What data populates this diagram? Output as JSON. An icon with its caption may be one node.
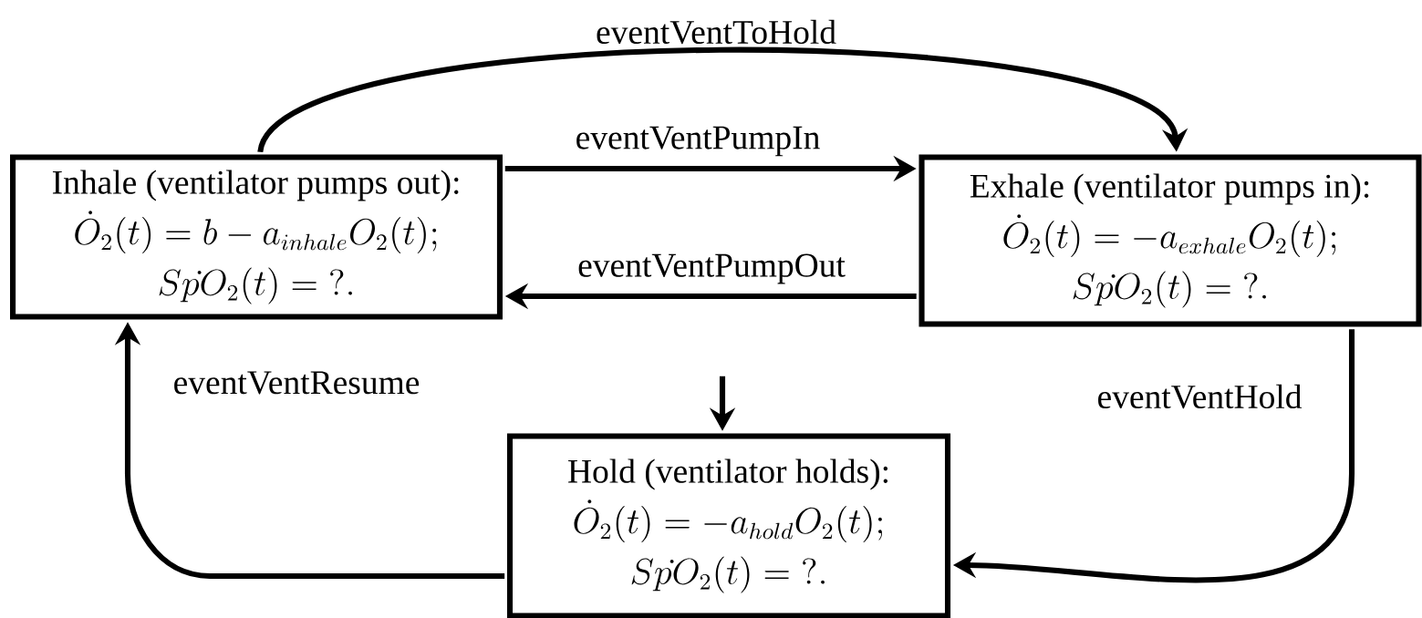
{
  "diagram": {
    "nodes": [
      {
        "text": [
          "Inhale (ventilator pumps out):",
          "\\dot{O}_2(t) = b - a_{inhale}O_2(t);",
          "Sp\\dot{}O_2(t) = \\mathbf{?}."
        ]
      },
      {
        "text": [
          "Exhale (ventilator pumps in):",
          "\\dot{O}_2(t) = -a_{exhale}O_2(t);",
          "Sp\\dot{}O_2(t) = \\mathbf{?}."
        ]
      },
      {
        "text": [
          "Hold (ventilator holds):",
          "\\dot{O}_2(t) = -a_{hold}O_2(t);",
          "Sp\\dot{}O_2(t) = \\mathbf{?}."
        ]
      }
    ],
    "edges": [
      {
        "from": 0,
        "to": 1,
        "arrow": "to",
        "label": "eventVentPumpIn"
      },
      {
        "from": 1,
        "to": 0,
        "arrow": "to",
        "label": "eventVentPumpOut"
      },
      {
        "from": 0,
        "to": 1,
        "arrow": "to",
        "label": "eventVentToHold"
      },
      {
        "from": 1,
        "to": 2,
        "arrow": "to",
        "label": "eventVentHold"
      },
      {
        "from": 2,
        "to": 0,
        "arrow": "to",
        "label": "eventVentResume"
      },
      {
        "from": null,
        "to": 2,
        "arrow": "to"
      }
    ]
  }
}
